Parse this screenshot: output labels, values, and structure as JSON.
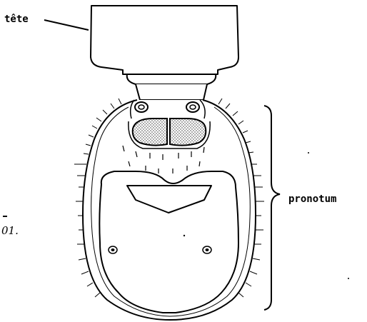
{
  "labels": {
    "head": "tête",
    "pronotum": "pronotum",
    "figure_ref": "01."
  }
}
